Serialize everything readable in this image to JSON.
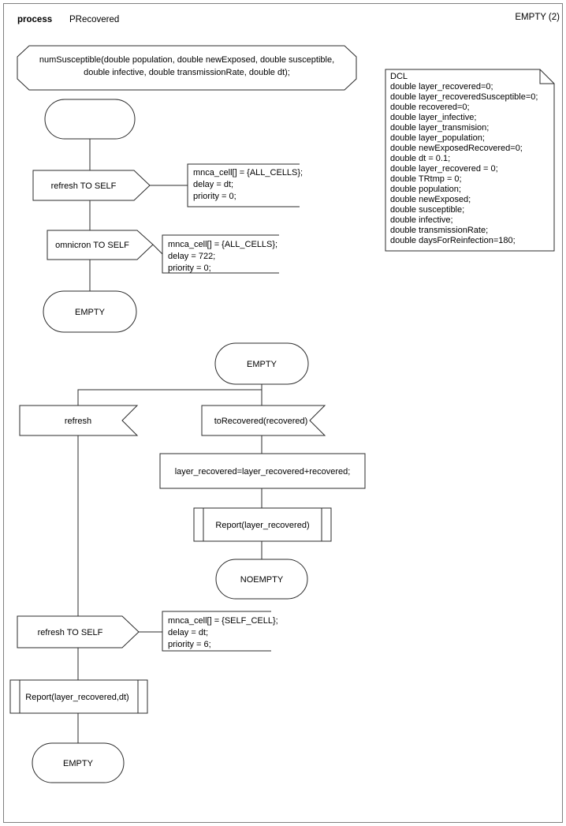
{
  "header": {
    "keyword": "process",
    "name": "PRecovered",
    "corner_label": "EMPTY (2)"
  },
  "procedure_declaration": {
    "line1": "numSusceptible(double population, double newExposed, double susceptible,",
    "line2": "double infective, double transmissionRate, double dt);"
  },
  "dcl_box": {
    "title": "DCL",
    "lines": [
      "double layer_recovered=0;",
      "double layer_recoveredSusceptible=0;",
      "double recovered=0;",
      "double layer_infective;",
      "double layer_transmision;",
      "double layer_population;",
      "double newExposedRecovered=0;",
      "double dt = 0.1;",
      "double layer_recovered = 0;",
      "double TRtmp = 0;",
      "double population;",
      "double newExposed;",
      "double susceptible;",
      "double infective;",
      "double transmissionRate;",
      "double daysForReinfection=180;"
    ]
  },
  "flow": {
    "start_state": {
      "label": ""
    },
    "output_refresh_self_top": {
      "label": "refresh TO SELF"
    },
    "comment_refresh_top": {
      "line1": "mnca_cell[] = {ALL_CELLS};",
      "line2": "delay = dt;",
      "line3": "priority = 0;"
    },
    "output_omnicron_self": {
      "label": "omnicron TO SELF"
    },
    "comment_omnicron": {
      "line1": "mnca_cell[] = {ALL_CELLS};",
      "line2": "delay = 722;",
      "line3": "priority = 0;"
    },
    "state_empty_upper": {
      "label": "EMPTY"
    },
    "state_empty_mid": {
      "label": "EMPTY"
    },
    "input_refresh": {
      "label": "refresh"
    },
    "input_to_recovered": {
      "label": "toRecovered(recovered)"
    },
    "task_layer_recovered": {
      "label": "layer_recovered=layer_recovered+recovered;"
    },
    "procedure_report": {
      "label": "Report(layer_recovered)"
    },
    "state_noempty": {
      "label": "NOEMPTY"
    },
    "output_refresh_self_bottom": {
      "label": "refresh TO SELF"
    },
    "comment_refresh_bottom": {
      "line1": "mnca_cell[] = {SELF_CELL};",
      "line2": "delay = dt;",
      "line3": "priority = 6;"
    },
    "procedure_report_dt": {
      "label": "Report(layer_recovered,dt)"
    },
    "state_empty_bottom": {
      "label": "EMPTY"
    }
  },
  "colors": {
    "stroke": "#2b2b2b",
    "frame": "#808080",
    "background": "#ffffff",
    "text": "#000000"
  }
}
